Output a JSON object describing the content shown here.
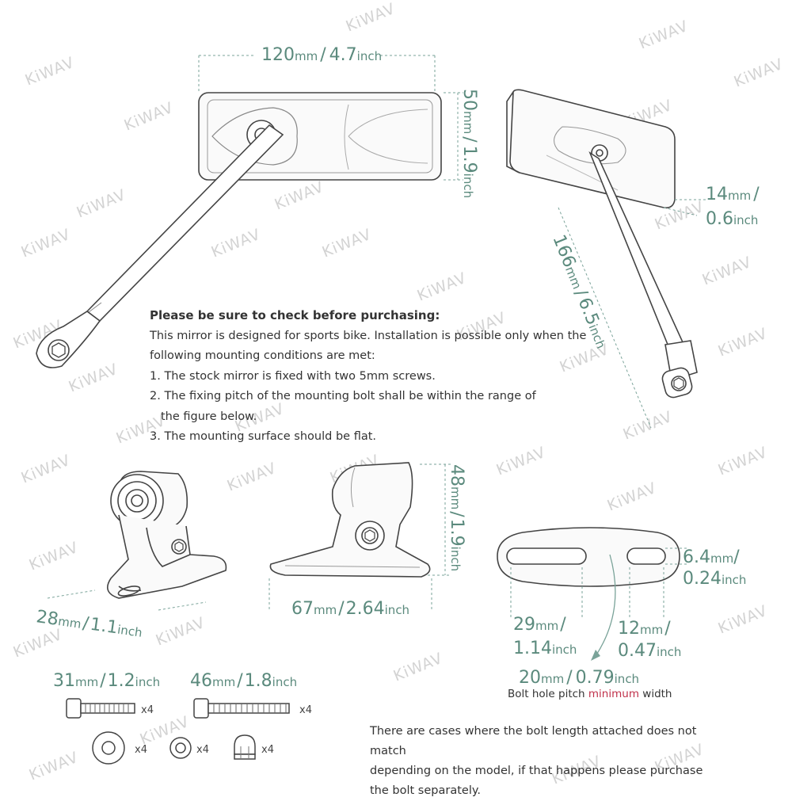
{
  "watermark": "KiWAV",
  "dimensions": {
    "mirror_width": {
      "value": "120",
      "unit": "mm",
      "sep": "/",
      "inch_value": "4.7",
      "inch_unit": "inch"
    },
    "mirror_height": {
      "value": "50",
      "unit": "mm",
      "sep": "/",
      "inch_value": "1.9",
      "inch_unit": "inch"
    },
    "mirror_depth": {
      "value": "14",
      "unit": "mm",
      "sep": "/",
      "inch_value": "0.6",
      "inch_unit": "inch"
    },
    "arm_length": {
      "value": "166",
      "unit": "mm",
      "sep": "/",
      "inch_value": "6.5",
      "inch_unit": "inch"
    },
    "mount_height": {
      "value": "48",
      "unit": "mm",
      "sep": "/",
      "inch_value": "1.9",
      "inch_unit": "inch"
    },
    "mount_width": {
      "value": "28",
      "unit": "mm",
      "sep": "/",
      "inch_value": "1.1",
      "inch_unit": "inch"
    },
    "mount_length": {
      "value": "67",
      "unit": "mm",
      "sep": "/",
      "inch_value": "2.64",
      "inch_unit": "inch"
    },
    "slot_width": {
      "value": "6.4",
      "unit": "mm",
      "sep": "/",
      "inch_value": "0.24",
      "inch_unit": "inch"
    },
    "slot_long": {
      "value": "29",
      "unit": "mm",
      "sep": "/",
      "inch_value": "1.14",
      "inch_unit": "inch"
    },
    "slot_short": {
      "value": "12",
      "unit": "mm",
      "sep": "/",
      "inch_value": "0.47",
      "inch_unit": "inch"
    },
    "bolt_pitch": {
      "value": "20",
      "unit": "mm",
      "sep": "/",
      "inch_value": "0.79",
      "inch_unit": "inch"
    },
    "bolt_short": {
      "value": "31",
      "unit": "mm",
      "sep": "/",
      "inch_value": "1.2",
      "inch_unit": "inch"
    },
    "bolt_long": {
      "value": "46",
      "unit": "mm",
      "sep": "/",
      "inch_value": "1.8",
      "inch_unit": "inch"
    }
  },
  "notice": {
    "heading": "Please be sure to check before purchasing:",
    "intro_1": "This mirror is designed for sports bike. Installation is possible only when the",
    "intro_2": "following mounting conditions are met:",
    "item_1": "1. The stock mirror is fixed with two 5mm screws.",
    "item_2a": "2. The fixing pitch of the mounting bolt shall be within the range of",
    "item_2b": "the figure below.",
    "item_3": "3. The mounting surface should be flat."
  },
  "caption": {
    "prefix": "Bolt hole pitch ",
    "highlight": "minimum",
    "suffix": " width"
  },
  "quantities": {
    "bolt_short": "x4",
    "bolt_long": "x4",
    "washer_large": "x4",
    "washer_small": "x4",
    "nut": "x4"
  },
  "footer_note": {
    "line_1": "There are cases where the bolt length attached does not match",
    "line_2": "depending on the model, if that happens please purchase",
    "line_3": "the bolt separately."
  }
}
